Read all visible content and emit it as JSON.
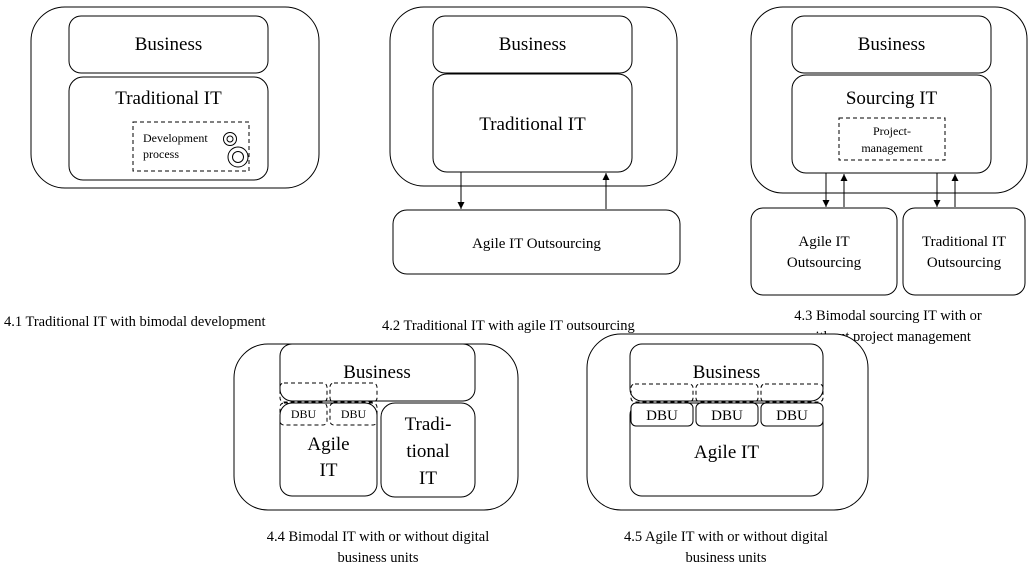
{
  "panels": [
    {
      "id": "4.1",
      "business_label": "Business",
      "it_label": "Traditional IT",
      "process_label": [
        "Development",
        "process"
      ],
      "caption": "4.1 Traditional IT with bimodal development"
    },
    {
      "id": "4.2",
      "business_label": "Business",
      "it_label": "Traditional IT",
      "outsourcing_label": "Agile IT Outsourcing",
      "caption": "4.2 Traditional IT with agile IT outsourcing"
    },
    {
      "id": "4.3",
      "business_label": "Business",
      "it_label": "Sourcing IT",
      "pm_label": [
        "Project-",
        "management"
      ],
      "outsourcing_left": [
        "Agile IT",
        "Outsourcing"
      ],
      "outsourcing_right": [
        "Traditional IT",
        "Outsourcing"
      ],
      "caption": [
        "4.3 Bimodal sourcing IT with or",
        "without project management"
      ]
    },
    {
      "id": "4.4",
      "business_label": "Business",
      "dbu_labels": [
        "DBU",
        "DBU"
      ],
      "agile_label": [
        "Agile",
        "IT"
      ],
      "traditional_label": [
        "Tradi-",
        "tional",
        "IT"
      ],
      "caption": [
        "4.4 Bimodal IT with or without digital",
        "business units"
      ]
    },
    {
      "id": "4.5",
      "business_label": "Business",
      "dbu_labels": [
        "DBU",
        "DBU",
        "DBU"
      ],
      "agile_label": "Agile IT",
      "caption": [
        "4.5 Agile IT with or without digital",
        "business units"
      ]
    }
  ]
}
